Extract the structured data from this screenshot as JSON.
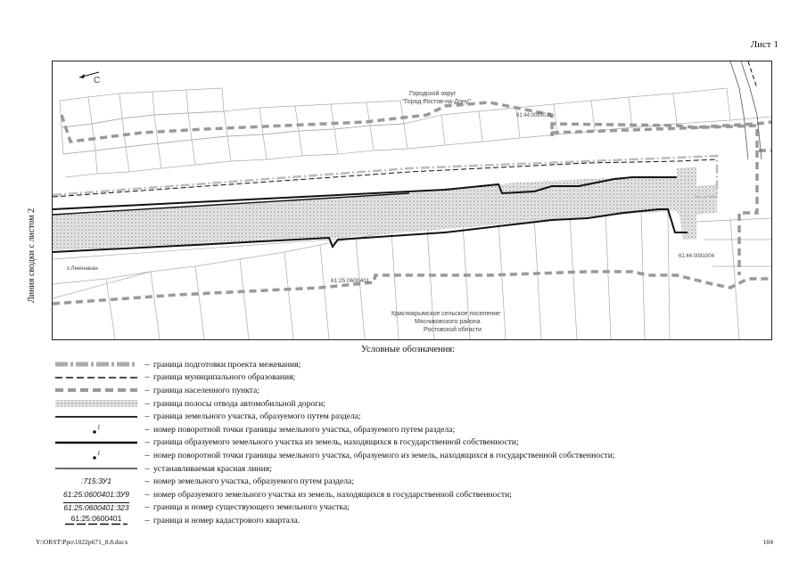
{
  "header": {
    "sheet_label": "Лист 1"
  },
  "side_caption": "Линия сводки с листом 2",
  "map": {
    "north_arrow_label": "С",
    "labels": {
      "city_district": "Городской округ",
      "city_name": "\"Город Ростов-на-Дону\"",
      "rural_settlement": "Краснокрымское сельское поселение",
      "district": "Мясниковского района",
      "region": "Ростовской области",
      "village": "х.Ленинакан",
      "quarter_main": "61:25:0600401",
      "quarter_ne": "61:44:0081011",
      "quarter_e": "61:44:0081004"
    }
  },
  "legend": {
    "title": "Условные обозначения:",
    "items": [
      {
        "symbol": "project-boundary",
        "text": "граница подготовки проекта межевания;"
      },
      {
        "symbol": "municipal-boundary",
        "text": "граница муниципального образования;"
      },
      {
        "symbol": "settlement-boundary",
        "text": "граница населенного пункта;"
      },
      {
        "symbol": "road-strip",
        "text": "граница полосы отвода автомобильной дороги;"
      },
      {
        "symbol": "division-plot-boundary",
        "text": "граница земельного участка, образуемого путем раздела;"
      },
      {
        "symbol": "division-point",
        "symbol_text": "1",
        "text": "номер поворотной точки границы земельного участка, образуемого путем раздела;"
      },
      {
        "symbol": "state-plot-boundary",
        "text": "граница образуемого земельного участка из земель, находящихся в государственной собственности;"
      },
      {
        "symbol": "state-point",
        "symbol_text": "1",
        "text": "номер поворотной точки границы земельного участка, образуемого из земель, находящихся в государственной собственности;"
      },
      {
        "symbol": "red-line",
        "text": "устанавливаемая красная линия;"
      },
      {
        "symbol": "plot-number",
        "symbol_text": ":715:ЗУ1",
        "text": "номер земельного участка, образуемого путем раздела;"
      },
      {
        "symbol": "state-plot-number",
        "symbol_text": "61:25:0600401:ЗУ9",
        "text": "номер образуемого земельного участка из земель, находящихся в государственной собственности;"
      },
      {
        "symbol": "existing-plot",
        "symbol_text": "61:25:0600401:323",
        "text": "граница и номер существующего земельного участка;"
      },
      {
        "symbol": "cadastral-quarter",
        "symbol_text": "61:25:0600401",
        "text": "граница и номер кадастрового квартала."
      }
    ]
  },
  "footer": {
    "path": "Y:\\ORST\\Ppo\\1022p671_0.8.docx",
    "page_number": "104"
  }
}
